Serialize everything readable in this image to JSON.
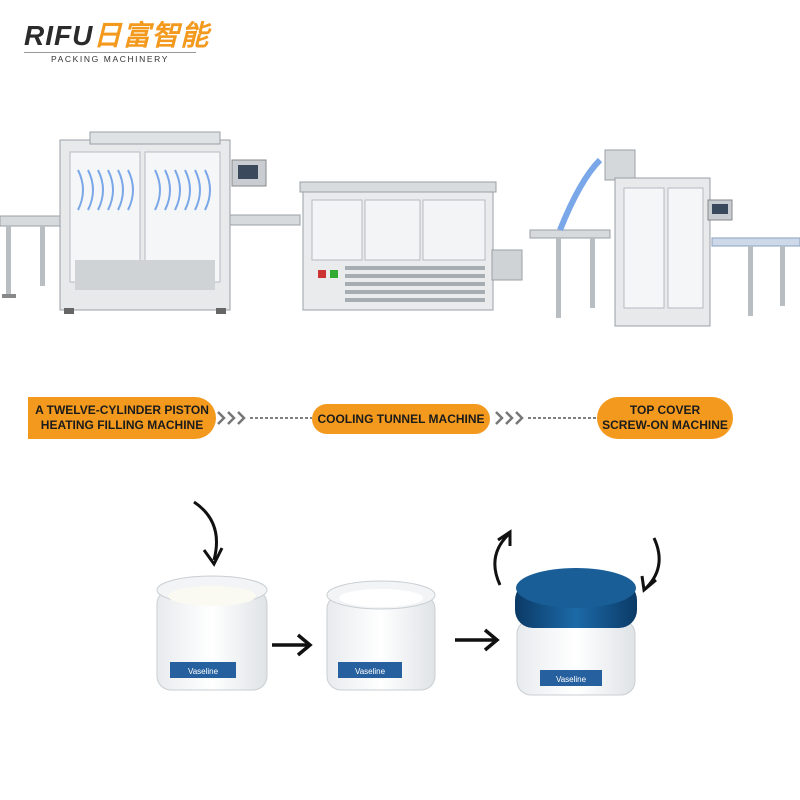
{
  "brand": {
    "name_latin": "RIFU",
    "name_cjk": "日富智能",
    "tagline": "PACKING MACHINERY",
    "colors": {
      "accent": "#f39a1e",
      "dark": "#2b2b2b"
    }
  },
  "process": {
    "steps": [
      {
        "line1": "A TWELVE-CYLINDER PISTON",
        "line2": "HEATING FILLING MACHINE"
      },
      {
        "line1": "COOLING TUNNEL MACHINE"
      },
      {
        "line1": "TOP COVER",
        "line2": "SCREW-ON MACHINE"
      }
    ],
    "connector_icon": "triple-chevron-right-icon"
  },
  "jars": {
    "labels": [
      "Vaseline",
      "Vaseline",
      "Vaseline"
    ],
    "arrow_icon": "arrow-right-icon",
    "curved_arrow_icon": "curved-arrow-icon",
    "cap_color": "#0f4f8a"
  }
}
